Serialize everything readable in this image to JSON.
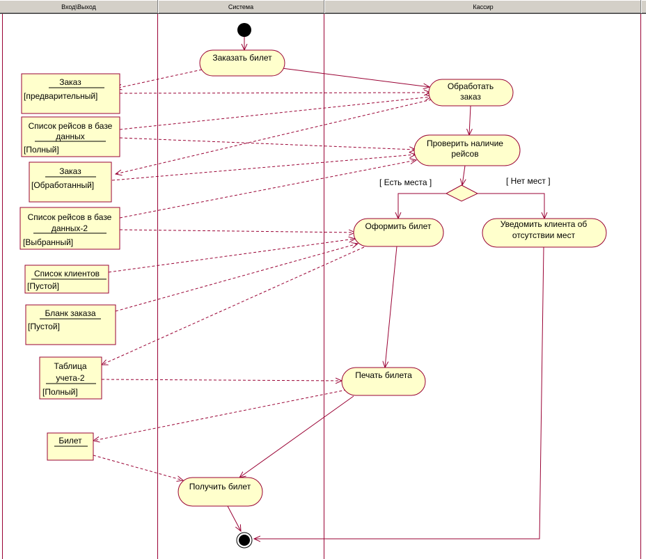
{
  "colors": {
    "fill": "#ffffcc",
    "line": "#990033",
    "header_bg": "#d4d0c8"
  },
  "swimlanes": {
    "io": "Вход\\Выход",
    "system": "Система",
    "cashier": "Кассир"
  },
  "activities": {
    "order_ticket": "Заказать билет",
    "process_l1": "Обработать",
    "process_l2": "заказ",
    "check_l1": "Проверить наличие",
    "check_l2": "рейсов",
    "issue": "Оформить билет",
    "notify_l1": "Уведомить клиента об",
    "notify_l2": "отсутствии мест",
    "print": "Печать билета",
    "receive": "Получить билет"
  },
  "guards": {
    "yes": "[ Есть места ]",
    "no": "[ Нет мест ]"
  },
  "objects": {
    "order1_name": "Заказ",
    "order1_state": "[предварительный]",
    "flights1_l1": "Список рейсов в базе",
    "flights1_l2": "данных",
    "flights1_state": "[Полный]",
    "order2_name": "Заказ",
    "order2_state": "[Обработанный]",
    "flights2_l1": "Список рейсов в базе",
    "flights2_l2": "данных-2",
    "flights2_state": "[Выбранный]",
    "clients_name": "Список клиентов",
    "clients_state": "[Пустой]",
    "form_name": "Бланк заказа",
    "form_state": "[Пустой]",
    "table_l1": "Таблица",
    "table_l2": "учета-2",
    "table_state": "[Полный]",
    "ticket_name": "Билет"
  }
}
